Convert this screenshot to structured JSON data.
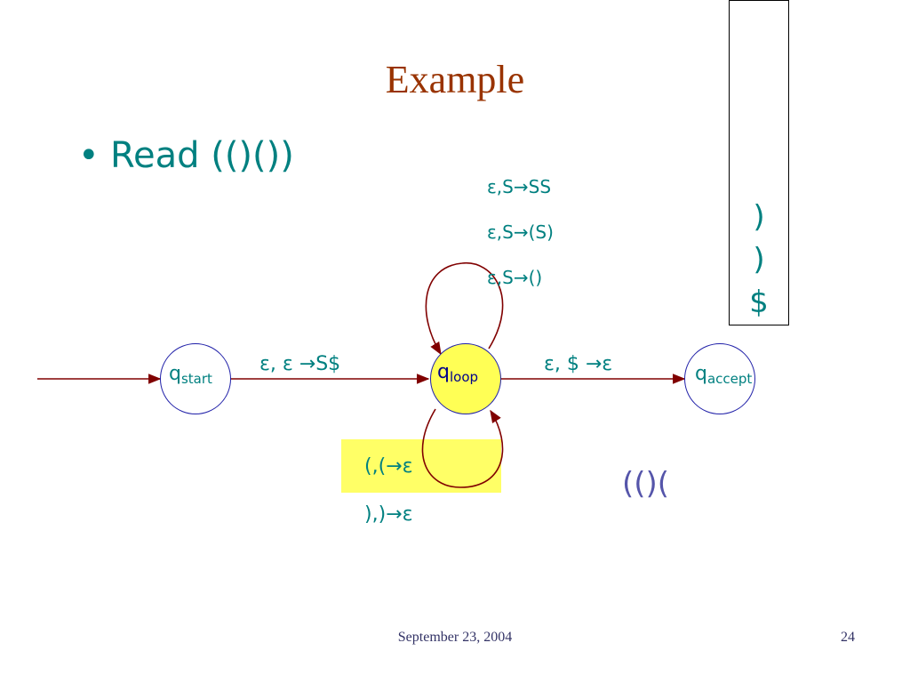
{
  "slide": {
    "title": "Example",
    "bullet": "Read (()())",
    "footer_date": "September 23, 2004",
    "page_number": "24"
  },
  "states": {
    "start": {
      "base": "q",
      "sub": "start"
    },
    "loop": {
      "base": "q",
      "sub": "loop"
    },
    "accept": {
      "base": "q",
      "sub": "accept"
    }
  },
  "transitions": {
    "start_to_loop": "ε, ε →S$",
    "loop_to_accept": "ε, $ →ε",
    "loop_top": [
      "ε,S→SS",
      "ε,S→(S)",
      "ε,S→()"
    ],
    "loop_bottom": [
      "(,(→ε",
      "),)→ε"
    ]
  },
  "stack": [
    ")",
    ")",
    "$"
  ],
  "remaining_input": "(()(",
  "colors": {
    "title": "#993300",
    "text": "#008080",
    "arrow": "#800000",
    "state_border": "#1f1fa8",
    "highlight": "#ffff66",
    "remaining_input": "#5555aa"
  }
}
